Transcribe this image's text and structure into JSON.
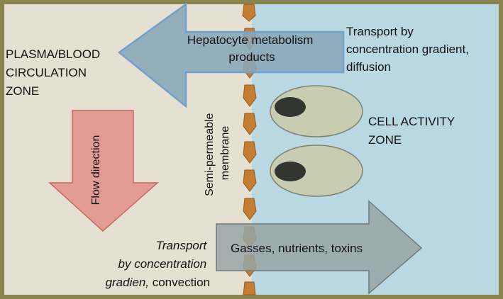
{
  "colors": {
    "frame": "#8a8450",
    "plasma_zone": "#e6e0d2",
    "cell_zone": "#b9d8e2",
    "blue_arrow": "#8aa6b8",
    "blue_arrow_edge": "#6ea2cc",
    "red_arrow": "#e2938f",
    "gray_arrow": "#98a4a6",
    "membrane": "#c47d33",
    "cell": "#c8ccb1",
    "nucleus": "#333530"
  },
  "zones": {
    "plasma": [
      "PLASMA/BLOOD",
      "CIRCULATION",
      "ZONE"
    ],
    "cell": [
      "CELL ACTIVITY",
      "ZONE"
    ]
  },
  "arrows": {
    "metabolism": [
      "Hepatocyte metabolism",
      "products"
    ],
    "flow": "Flow direction",
    "nutrients": "Gasses, nutrients, toxins"
  },
  "membrane": {
    "label": [
      "Semi-permeable",
      "membrane"
    ]
  },
  "transport": {
    "out": [
      "Transport by",
      "concentration gradient,",
      "diffusion"
    ],
    "in": {
      "line1": "Transport",
      "line2": "by concentration",
      "line3_italic": "gradien,",
      "line3_rest": " convection"
    }
  }
}
